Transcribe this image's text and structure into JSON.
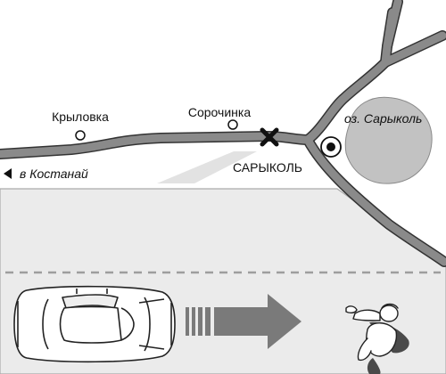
{
  "map": {
    "villages": [
      {
        "name": "Крыловка"
      },
      {
        "name": "Сорочинка"
      }
    ],
    "incident_place": "САРЫКОЛЬ",
    "lake": "оз. Сарыколь",
    "direction": {
      "arrow": "◄",
      "label": "в Костанай"
    },
    "incident_icon": "cross-icon",
    "center_icon": "concentric-circle-icon"
  },
  "scene": {
    "car_icon": "car-top-view-icon",
    "movement_icon": "right-arrow-icon",
    "person_icon": "pedestrian-icon",
    "road_color": "#ebebeb",
    "route_color": "#8a8a8a",
    "lake_color": "#c2c2c2"
  }
}
